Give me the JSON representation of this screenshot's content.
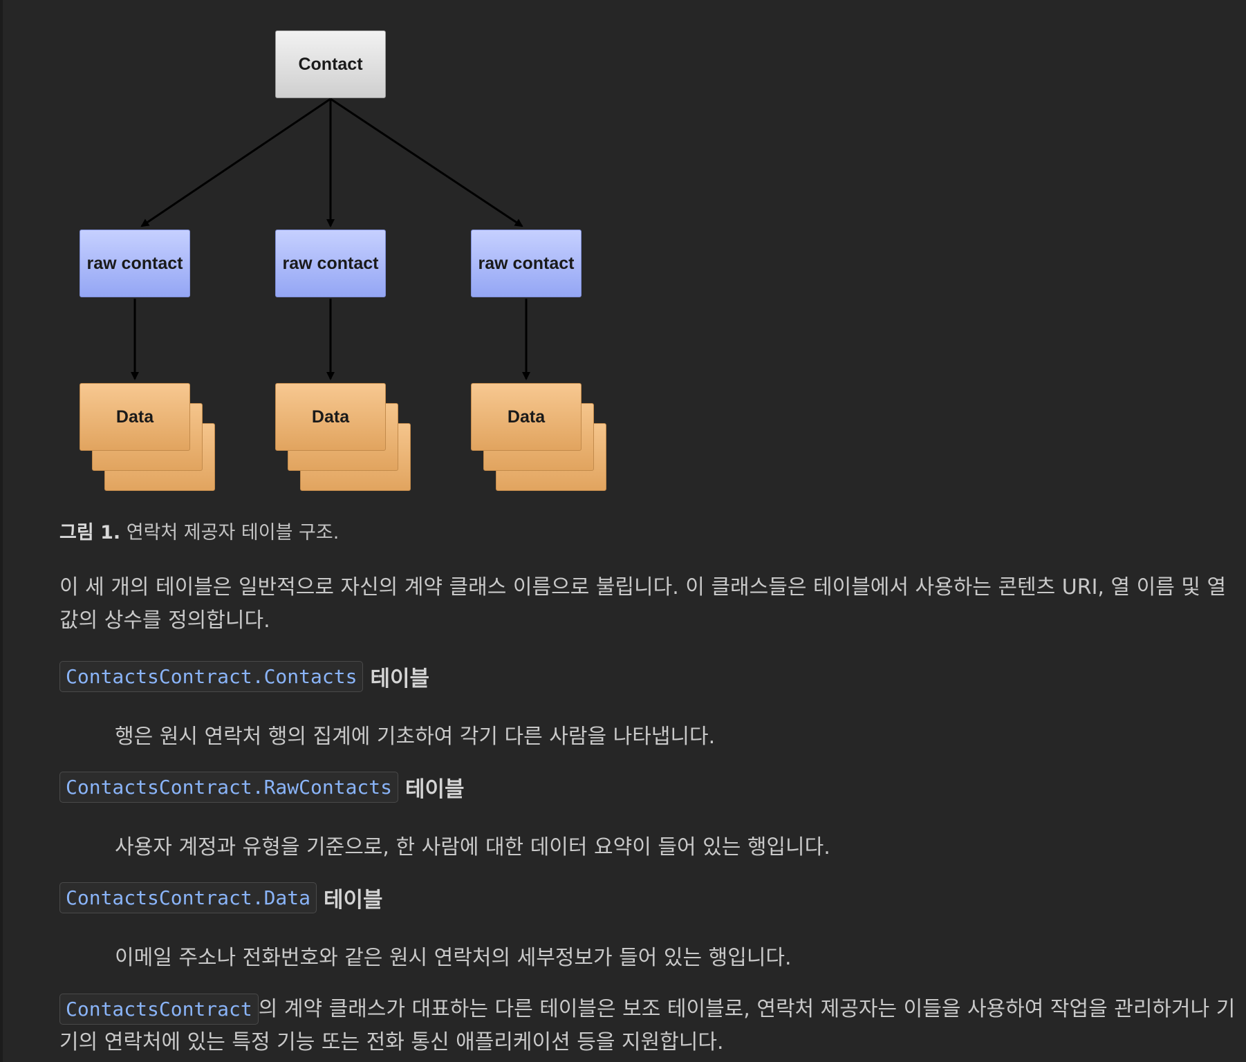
{
  "diagram": {
    "contact_label": "Contact",
    "raw_contact_label": "raw contact",
    "data_label": "Data"
  },
  "caption": {
    "figure_label": "그림 1.",
    "text": " 연락처 제공자 테이블 구조."
  },
  "intro_paragraph": "이 세 개의 테이블은 일반적으로 자신의 계약 클래스 이름으로 불립니다. 이 클래스들은 테이블에서 사용하는 콘텐츠 URI, 열 이름 및 열 값의 상수를 정의합니다.",
  "tables": [
    {
      "code": "ContactsContract.Contacts",
      "suffix": "테이블",
      "description": "행은 원시 연락처 행의 집계에 기초하여 각기 다른 사람을 나타냅니다."
    },
    {
      "code": "ContactsContract.RawContacts",
      "suffix": "테이블",
      "description": "사용자 계정과 유형을 기준으로, 한 사람에 대한 데이터 요약이 들어 있는 행입니다."
    },
    {
      "code": "ContactsContract.Data",
      "suffix": "테이블",
      "description": "이메일 주소나 전화번호와 같은 원시 연락처의 세부정보가 들어 있는 행입니다."
    }
  ],
  "final_paragraph": {
    "code": "ContactsContract",
    "text": "의 계약 클래스가 대표하는 다른 테이블은 보조 테이블로, 연락처 제공자는 이들을 사용하여 작업을 관리하거나 기기의 연락처에 있는 특정 기능 또는 전화 통신 애플리케이션 등을 지원합니다."
  }
}
